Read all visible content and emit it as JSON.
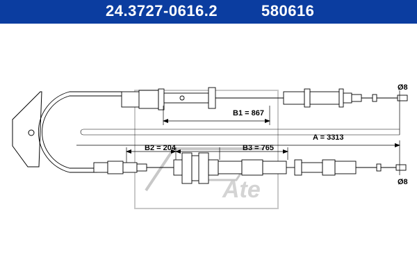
{
  "header": {
    "part_number": "24.3727-0616.2",
    "reference": "580616"
  },
  "dimensions": {
    "a": "A = 3313",
    "b1": "B1 = 867",
    "b2": "B2 = 204",
    "b3": "B3 = 765",
    "dia_top": "Ø8",
    "dia_bottom": "Ø8"
  },
  "colors": {
    "header_bg": "#0b3da0",
    "header_text": "#ffffff",
    "line": "#000000",
    "watermark": "#c8c8c8"
  }
}
